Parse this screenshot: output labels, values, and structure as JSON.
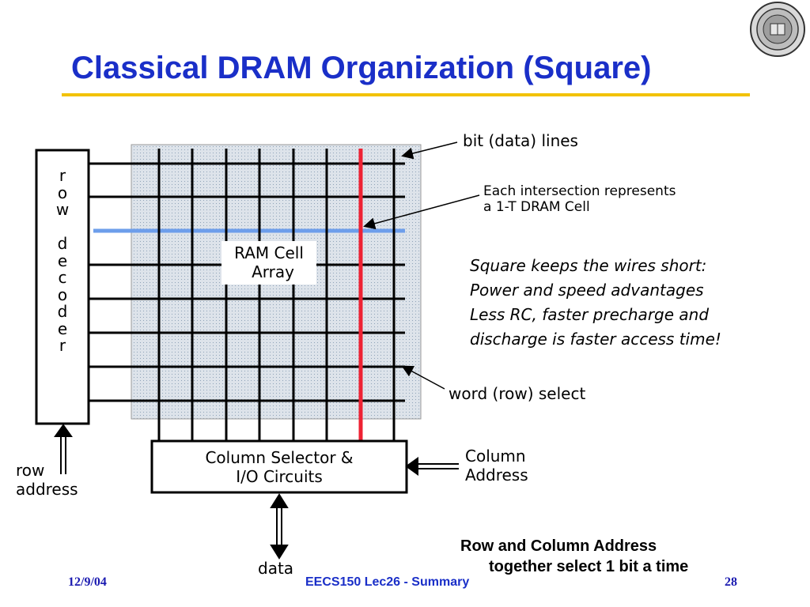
{
  "slide": {
    "title": "Classical DRAM Organization (Square)",
    "date": "12/9/04",
    "course": "EECS150 Lec26 - Summary",
    "page": "28"
  },
  "diagram": {
    "decoder_text": "row decoder",
    "row_address": [
      "row",
      "address"
    ],
    "cell_array": [
      "RAM Cell",
      "Array"
    ],
    "column_selector": [
      "Column Selector &",
      "I/O Circuits"
    ],
    "column_address": [
      "Column",
      "Address"
    ],
    "data": "data",
    "bit_lines": "bit (data) lines",
    "intersection": [
      "Each intersection represents",
      "a 1-T DRAM Cell"
    ],
    "word_select": "word (row) select",
    "square_note": [
      "Square keeps the wires short:",
      "Power and speed advantages",
      "Less RC, faster precharge and",
      "discharge is faster access time!"
    ],
    "bottom_note": [
      "Row and Column Address",
      "together select 1 bit a time"
    ]
  },
  "colors": {
    "title": "#1a2fc8",
    "rule": "#f2c200",
    "selected_bit_line": "#ee2233",
    "selected_word_line": "#6d9eeb",
    "array_fill": "#dde3ea"
  }
}
